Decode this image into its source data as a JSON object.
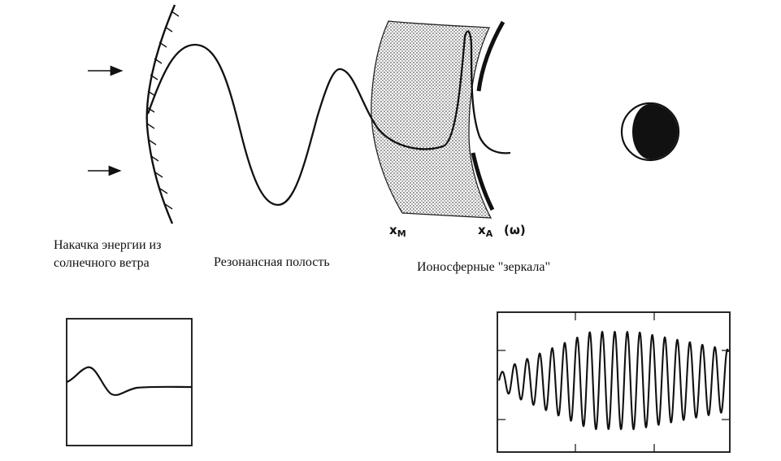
{
  "labels": {
    "pump_line1": "Накачка энергии из",
    "pump_line2": "солнечного ветра",
    "cavity": "Резонансная полость",
    "mirrors": "Ионосферные \"зеркала\""
  },
  "symbols": {
    "xm_base": "x",
    "xm_sub": "M",
    "xa_base": "x",
    "xa_sub": "A",
    "omega": "(ω)"
  },
  "colors": {
    "ink": "#111111",
    "ionosphere_fill": "#cfcfcf",
    "background": "#ffffff"
  },
  "icons": {
    "moon": "moon-phase-icon",
    "arrows": "arrow-right-icon"
  }
}
